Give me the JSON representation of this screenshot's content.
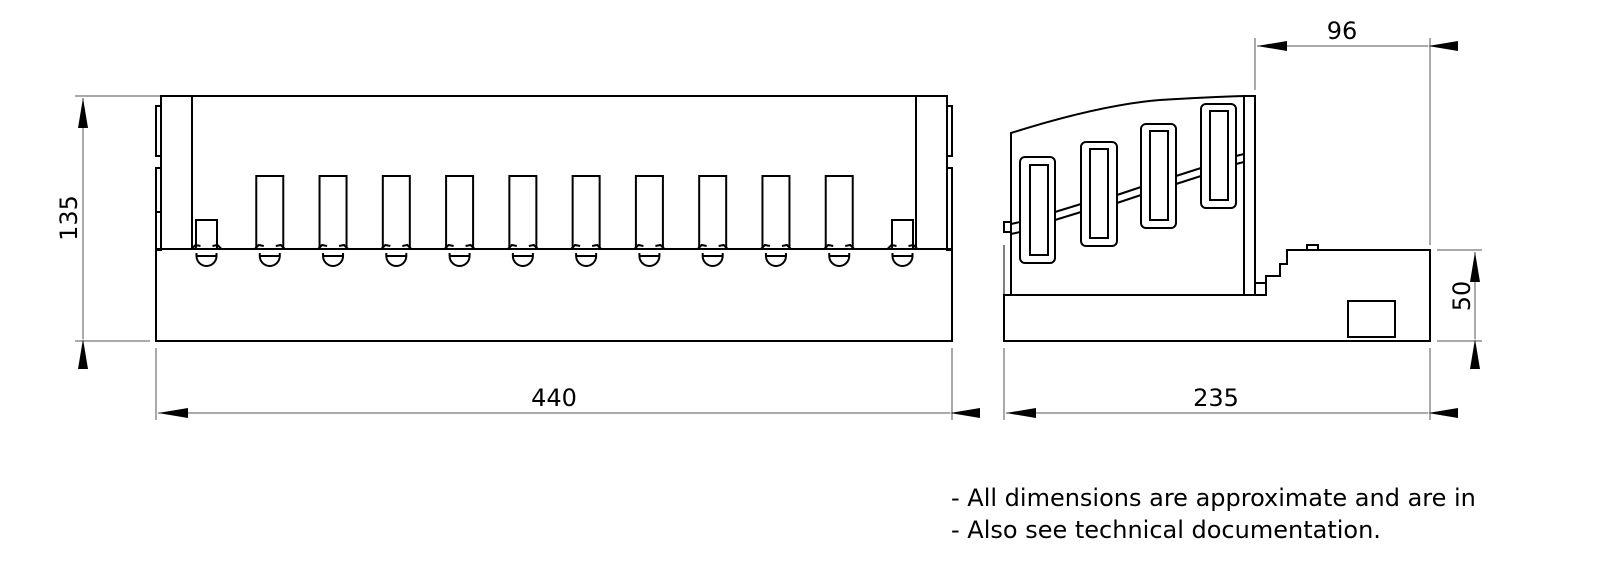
{
  "drawing": {
    "front_view": {
      "width_dim": "440",
      "height_dim": "135",
      "pin_count": 12
    },
    "side_view": {
      "width_dim": "235",
      "top_dim": "96",
      "base_height_dim": "50"
    }
  },
  "notes": [
    "- All dimensions are approximate and are in",
    "- Also see technical documentation."
  ],
  "colors": {
    "line": "#000000",
    "dim_line": "#555555",
    "background": "#ffffff"
  }
}
